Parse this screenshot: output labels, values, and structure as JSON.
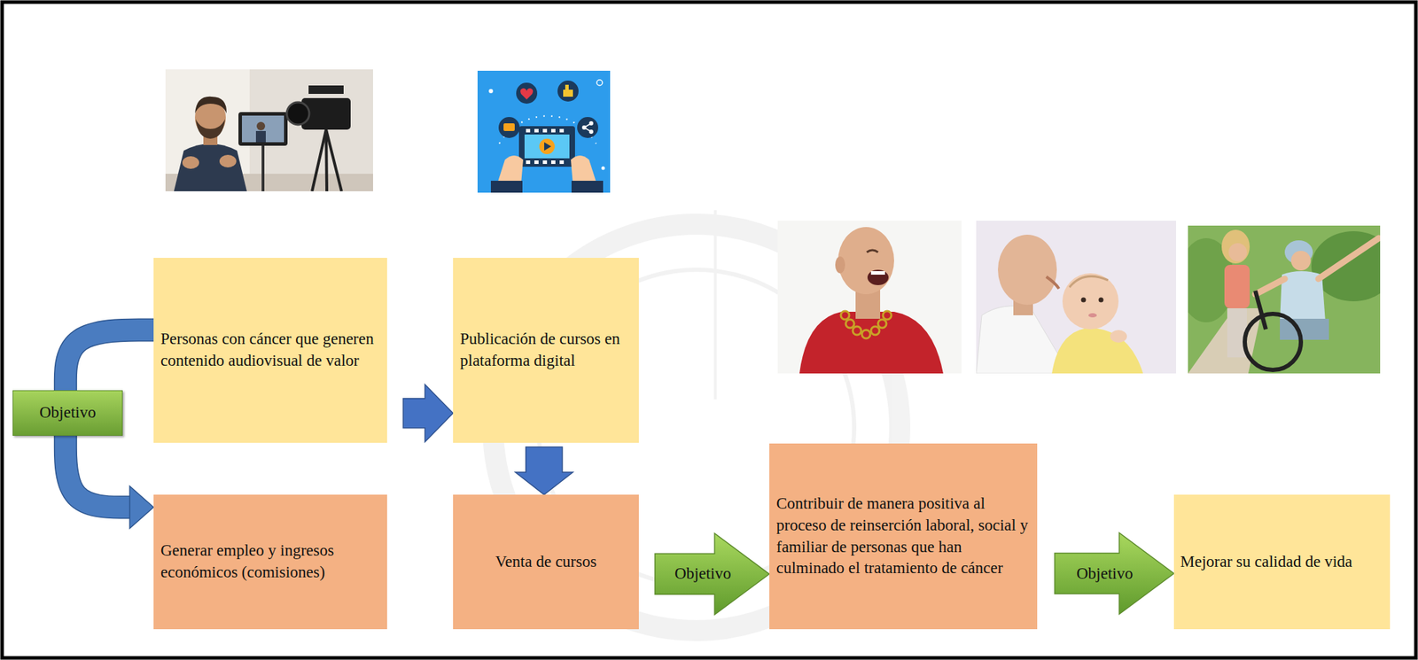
{
  "diagram": {
    "nodes": [
      {
        "text": [
          "Objetivo"
        ]
      },
      {
        "text": [
          "Personas con cáncer que generen contenido audiovisual de valor"
        ]
      },
      {
        "text": [
          "Generar empleo y ingresos económicos (comisiones)"
        ]
      },
      {
        "text": [
          "Publicación de cursos en plataforma digital"
        ]
      },
      {
        "text": [
          "Venta de cursos"
        ]
      },
      {
        "text": [
          "Contribuir de manera positiva al proceso de reinserción laboral, social y familiar de personas que han culminado el tratamiento de cáncer"
        ]
      },
      {
        "text": [
          "Mejorar su calidad de vida"
        ]
      }
    ],
    "edges": [
      {
        "from": 0,
        "to": 1,
        "arrow": "none"
      },
      {
        "from": 0,
        "to": 2,
        "arrow": "to"
      },
      {
        "from": 1,
        "to": 3,
        "arrow": "to"
      },
      {
        "from": 3,
        "to": 4,
        "arrow": "to"
      },
      {
        "from": 4,
        "to": 5,
        "label": "Objetivo",
        "arrow": "to"
      },
      {
        "from": 5,
        "to": 6,
        "label": "Objetivo",
        "arrow": "to"
      }
    ]
  }
}
